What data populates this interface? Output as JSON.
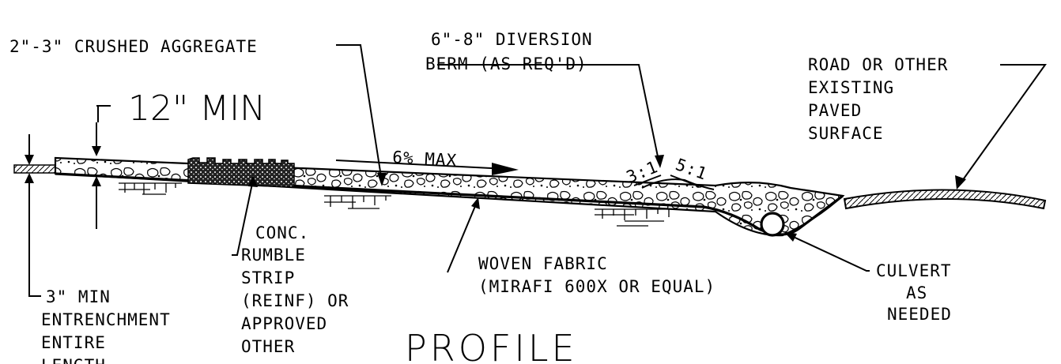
{
  "labels": {
    "aggregate": "2\"-3\" CRUSHED AGGREGATE",
    "berm_line1": "6\"-8\" DIVERSION",
    "berm_line2": "BERM (AS REQ'D)",
    "road_line1": "ROAD OR OTHER",
    "road_line2": "EXISTING",
    "road_line3": "PAVED",
    "road_line4": "SURFACE",
    "thickness": "12\" MIN",
    "slope": "6% MAX",
    "slope_left": "3:1",
    "slope_right": "5:1",
    "rumble_line1": "CONC.",
    "rumble_line2": "RUMBLE",
    "rumble_line3": "STRIP",
    "rumble_line4": "(REINF) OR",
    "rumble_line5": "APPROVED",
    "rumble_line6": "OTHER",
    "fabric_line1": "WOVEN FABRIC",
    "fabric_line2": "(MIRAFI 600X OR EQUAL)",
    "culvert_line1": "CULVERT",
    "culvert_line2": "AS",
    "culvert_line3": "NEEDED",
    "entrench_line1": "3\" MIN",
    "entrench_line2": "ENTRENCHMENT",
    "entrench_line3": "ENTIRE",
    "entrench_line4": "LENGTH",
    "title": "PROFILE"
  }
}
